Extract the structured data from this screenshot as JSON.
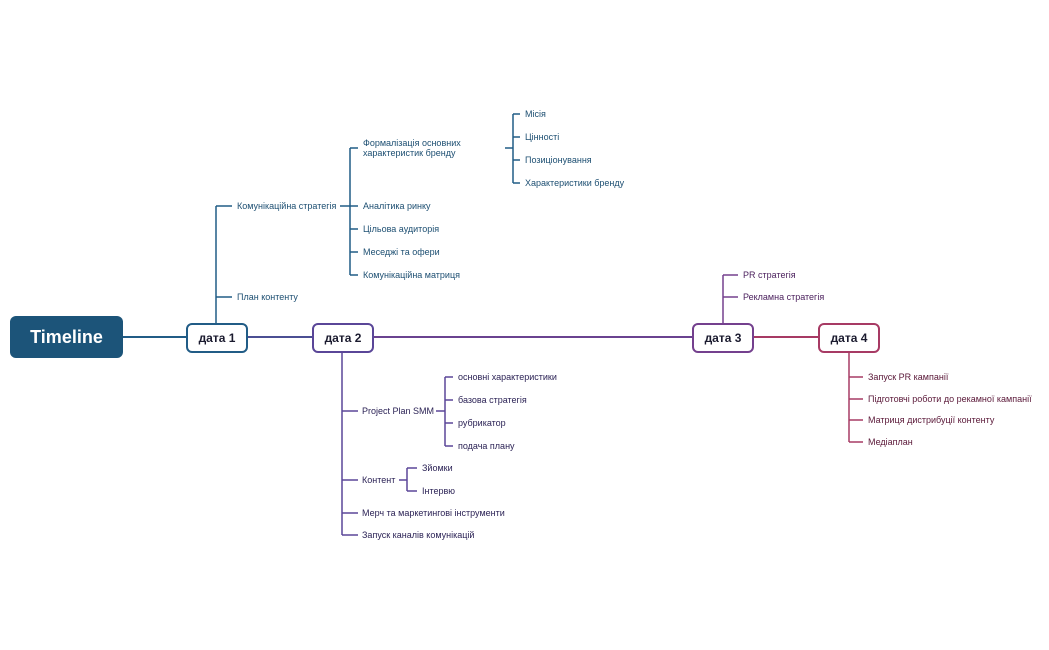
{
  "root": {
    "label": "Timeline"
  },
  "colors": {
    "root_fill": "#1c5479",
    "date1": "#215c86",
    "date2": "#5a4698",
    "date3": "#74408e",
    "date4": "#a73a64"
  },
  "dates": [
    {
      "label": "дата 1"
    },
    {
      "label": "дата 2"
    },
    {
      "label": "дата 3"
    },
    {
      "label": "дата 4"
    }
  ],
  "date1": {
    "comm_strategy": {
      "label": "Комунікаційна стратегія",
      "formalization": {
        "label": "Формалізація основних характеристик бренду",
        "children": [
          "Місія",
          "Цінності",
          "Позиціонування",
          "Характеристики бренду"
        ]
      },
      "others": [
        "Аналітика ринку",
        "Цільова аудиторія",
        "Меседжі та офери",
        "Комунікаційна матриця"
      ]
    },
    "content_plan": {
      "label": "План контенту"
    }
  },
  "date2": {
    "project_plan": {
      "label": "Project Plan SMM",
      "children": [
        "основні характеристики",
        "базова стратегія",
        "рубрикатор",
        "подача плану"
      ]
    },
    "content": {
      "label": "Контент",
      "children": [
        "Зйомки",
        "Інтервю"
      ]
    },
    "merch": {
      "label": "Мерч та маркетингові інструменти"
    },
    "launch": {
      "label": "Запуск каналів комунікацій"
    }
  },
  "date3": {
    "children": [
      "PR стратегія",
      "Рекламна стратегія"
    ]
  },
  "date4": {
    "children": [
      "Запуск PR кампанії",
      "Підготовчі роботи до рекамної кампанії",
      "Матриця дистрибуції контенту",
      "Медіаплан"
    ]
  }
}
